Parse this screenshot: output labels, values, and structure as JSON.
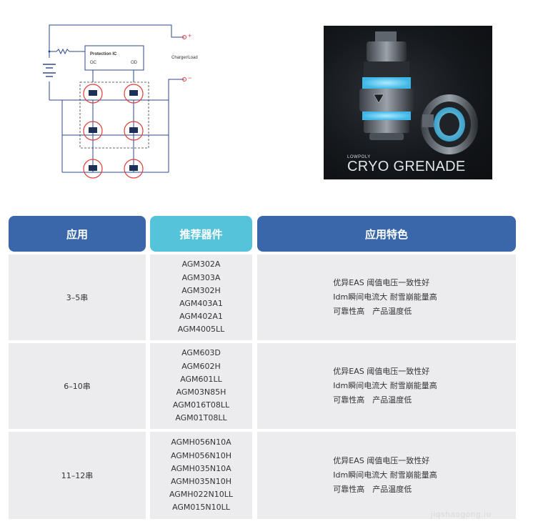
{
  "circuit": {
    "ic_title": "Protection IC",
    "ic_pin_left": "OC",
    "ic_pin_right": "OD",
    "terminal_plus": "+",
    "terminal_minus": "−",
    "load_label": "Charger/Load"
  },
  "product_image": {
    "brand": "LOWPOLY",
    "title": "CRYO GRENADE"
  },
  "table": {
    "headers": {
      "application": "应用",
      "devices": "推荐器件",
      "features": "应用特色"
    },
    "rows": [
      {
        "application": "3–5串",
        "devices": [
          "AGM302A",
          "AGM303A",
          "AGM302H",
          "AGM403A1",
          "AGM402A1",
          "AGM4005LL"
        ],
        "features": [
          "优异EAS 阈值电压一致性好",
          "Idm瞬间电流大 耐雪崩能量高",
          "可靠性高　产品温度低"
        ]
      },
      {
        "application": "6–10串",
        "devices": [
          "AGM603D",
          "AGM602H",
          "AGM601LL",
          "AGM03N85H",
          "AGM016T08LL",
          "AGM01T08LL"
        ],
        "features": [
          "优异EAS 阈值电压一致性好",
          "Idm瞬间电流大 耐雪崩能量高",
          "可靠性高　产品温度低"
        ]
      },
      {
        "application": "11–12串",
        "devices": [
          "AGMH056N10A",
          "AGMH056N10H",
          "AGMH035N10A",
          "AGMH035N10H",
          "AGMH022N10LL",
          "AGM015N10LL"
        ],
        "features": [
          "优异EAS 阈值电压一致性好",
          "Idm瞬间电流大 耐雪崩能量高",
          "可靠性高　产品温度低"
        ]
      }
    ]
  },
  "watermark": "jiqshaogong.iu",
  "colors": {
    "header_blue": "#3a67a9",
    "header_cyan": "#55c4da",
    "row_bg": "#ececee",
    "mosfet_circle": "#e53935",
    "circuit_line": "#2b4a8b"
  }
}
